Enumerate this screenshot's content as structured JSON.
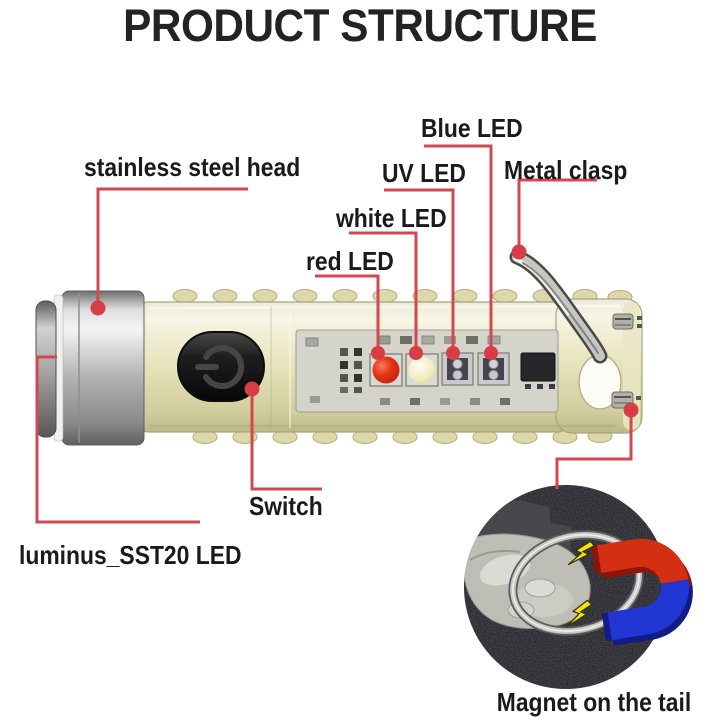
{
  "title": "PRODUCT STRUCTURE",
  "labels": {
    "stainless_steel_head": "stainless steel head",
    "red_led": "red LED",
    "white_led": "white LED",
    "uv_led": "UV LED",
    "blue_led": "Blue LED",
    "metal_clasp": "Metal clasp",
    "switch": "Switch",
    "luminus_sst20_led": "luminus_SST20 LED",
    "magnet_on_the_tail": "Magnet on the tail"
  },
  "colors": {
    "leader_line": "#d4474e",
    "callout_dot": "#d63d44",
    "label_text": "#1a1a1a",
    "title_text": "#232323",
    "body_tint": "#e6e2ba",
    "steel": "#b9b9b9",
    "switch_black": "#161616",
    "red_led_dome": "#e33318",
    "white_led_dome": "#f2ecc2",
    "magnet_red": "#d52f12",
    "magnet_blue": "#2136d2",
    "lightning_yellow": "#f3e20c",
    "inset_background": "#18181c"
  },
  "icons": {
    "power_icon": "power-symbol",
    "magnet_icon": "horseshoe-magnet",
    "lightning_icon": "magnetic-spark",
    "keyring_icon": "key-ring"
  }
}
